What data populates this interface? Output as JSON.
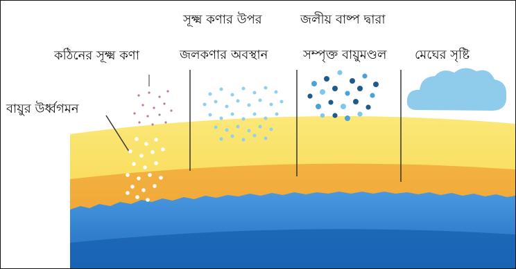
{
  "diagram": {
    "labels": {
      "top_line1": "সূক্ষ্ম কণার উপর",
      "top_line2": "জলীয় বাষ্প দ্বারা",
      "rising_air": "বায়ুর উর্ধ্বগমন",
      "solid_particles": "কঠিনের সূক্ষ্ম কণা",
      "droplet_position": "জলকণার অবস্থান",
      "saturated_air": "সম্পৃক্ত বায়ুমণ্ডল",
      "cloud_formation": "মেঘের সৃষ্টি"
    },
    "colors": {
      "band_yellow": "#f8d546",
      "band_orange": "#f1a93a",
      "sea_light": "#3f8ed8",
      "sea_dark": "#1f6fc1",
      "cloud": "#8fcbea",
      "droplet_light": "#8fd1ec",
      "droplet_dark": "#1e5a8c"
    }
  }
}
